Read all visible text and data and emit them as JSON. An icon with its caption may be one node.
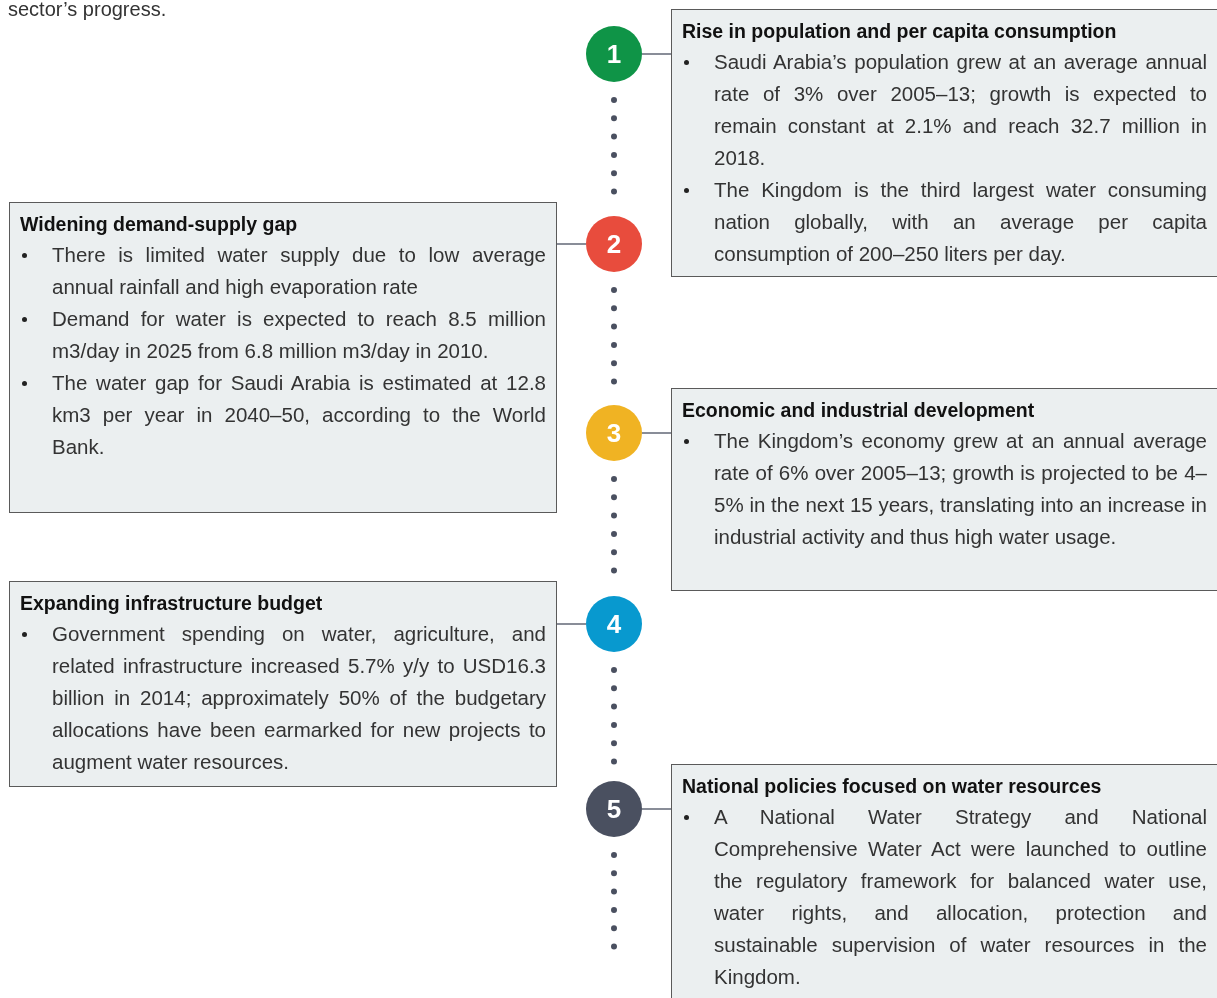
{
  "diagram": {
    "nodes": [
      {
        "text": [
          "1"
        ]
      },
      {
        "text": [
          "Rise in population and per capita consumption",
          "Saudi Arabia’s population grew at an average annual rate of 3% over 2005–13; growth is expected to remain constant at 2.1% and reach 32.7 million in 2018.",
          "The Kingdom is the third largest water consuming nation globally, with an average per capita consumption of 200–250 liters per day."
        ]
      },
      {
        "text": [
          "2"
        ]
      },
      {
        "text": [
          "Widening demand-supply gap",
          "There is limited water supply due to low average annual rainfall and high evaporation rate",
          "Demand for water is expected to reach 8.5 million m3/day in 2025 from 6.8 million m3/day in 2010.",
          "The water gap for Saudi Arabia is estimated at 12.8 km3 per year in 2040–50, according to the World Bank."
        ]
      },
      {
        "text": [
          "3"
        ]
      },
      {
        "text": [
          "Economic and industrial development",
          "The Kingdom’s economy grew at an annual average rate of 6% over 2005–13; growth is projected to be 4–5% in the next 15 years, translating into an increase in industrial activity and thus high water usage."
        ]
      },
      {
        "text": [
          "4"
        ]
      },
      {
        "text": [
          "Expanding infrastructure budget",
          "Government spending on water, agriculture, and related infrastructure increased 5.7% y/y to USD16.3 billion in 2014; approximately 50% of the budgetary allocations have been earmarked for new projects to augment water resources."
        ]
      },
      {
        "text": [
          "5"
        ]
      },
      {
        "text": [
          "National policies focused on water resources",
          "A National Water Strategy and National Comprehensive Water Act were launched to outline the regulatory framework for balanced water use, water rights, and allocation, protection and sustainable supervision of water resources in the Kingdom."
        ]
      }
    ],
    "edges": [
      {
        "from": 0,
        "to": 1,
        "arrow": "none"
      },
      {
        "from": 2,
        "to": 3,
        "arrow": "none"
      },
      {
        "from": 4,
        "to": 5,
        "arrow": "none"
      },
      {
        "from": 6,
        "to": 7,
        "arrow": "none"
      },
      {
        "from": 8,
        "to": 9,
        "arrow": "none"
      },
      {
        "from": 0,
        "to": 2,
        "arrow": "none",
        "style": "dashed"
      },
      {
        "from": 2,
        "to": 4,
        "arrow": "none",
        "style": "dashed"
      },
      {
        "from": 4,
        "to": 6,
        "arrow": "none",
        "style": "dashed"
      },
      {
        "from": 6,
        "to": 8,
        "arrow": "none",
        "style": "dashed"
      },
      {
        "from": 8,
        "to": null,
        "arrow": "none",
        "style": "dashed"
      }
    ],
    "labels": [
      "sector’s progress."
    ]
  }
}
